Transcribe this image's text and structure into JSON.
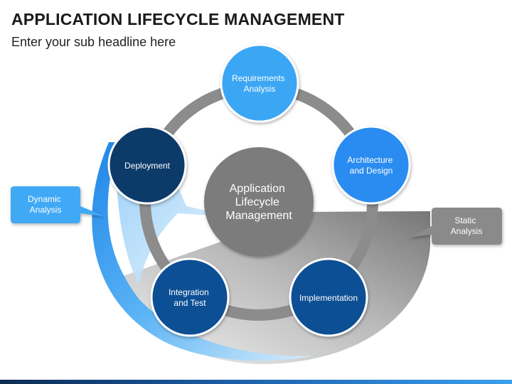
{
  "header": {
    "title": "APPLICATION LIFECYCLE MANAGEMENT",
    "subtitle": "Enter your sub headline here"
  },
  "center": {
    "lines": [
      "Application",
      "Lifecycle",
      "Management"
    ]
  },
  "nodes": {
    "requirements": {
      "lines": [
        "Requirements",
        "Analysis"
      ]
    },
    "architecture": {
      "lines": [
        "Architecture",
        "and Design"
      ]
    },
    "implementation": {
      "lines": [
        "Implementation"
      ]
    },
    "integration": {
      "lines": [
        "Integration",
        "and Test"
      ]
    },
    "deployment": {
      "lines": [
        "Deployment"
      ]
    }
  },
  "callouts": {
    "dynamic": {
      "lines": [
        "Dynamic",
        "Analysis"
      ]
    },
    "static": {
      "lines": [
        "Static",
        "Analysis"
      ]
    }
  },
  "colors": {
    "ring": "#8c8c8c",
    "center": "#7b7b7b",
    "light_blue": "#3aa6f4",
    "mid_blue": "#2a8cf0",
    "dark_blue": "#0a4f94",
    "navy": "#0d3a69",
    "callout_blue": "#41a9f5",
    "callout_gray": "#8a8a8a"
  }
}
